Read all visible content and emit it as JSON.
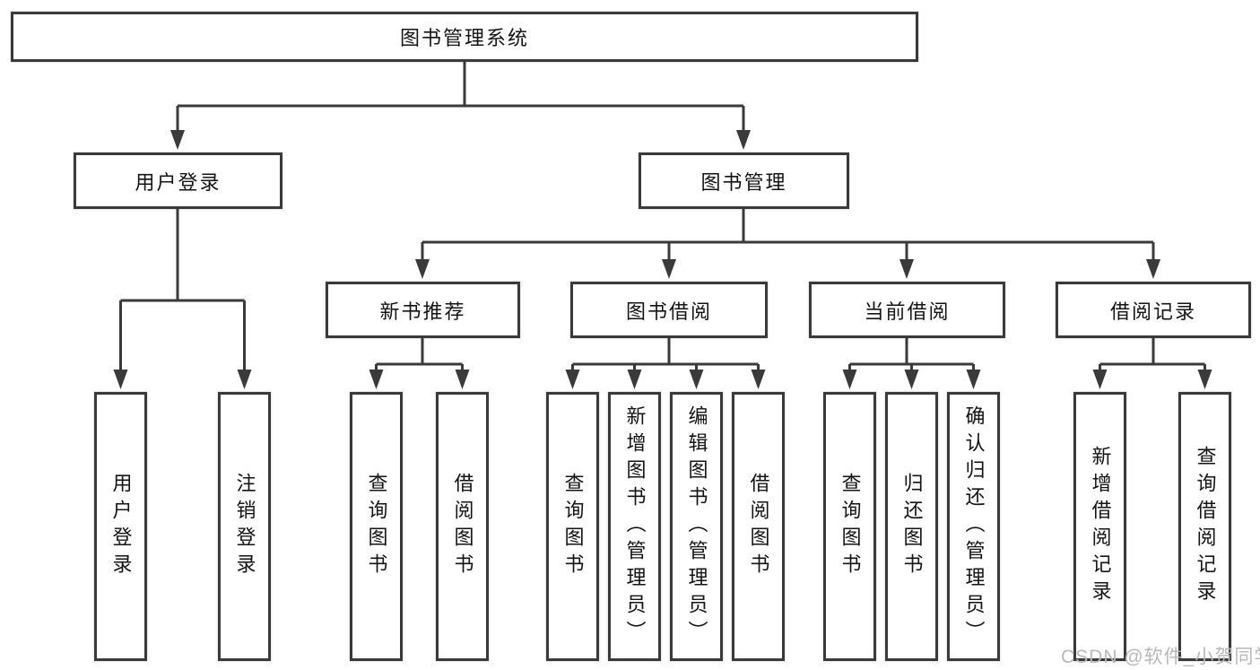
{
  "diagram": {
    "title": "图书管理系统",
    "root": {
      "label": "图书管理系统"
    },
    "branches": [
      {
        "label": "用户登录",
        "children": [
          {
            "label": "用户登录"
          },
          {
            "label": "注销登录"
          }
        ]
      },
      {
        "label": "图书管理",
        "children": [
          {
            "label": "新书推荐",
            "children": [
              {
                "label": "查询图书"
              },
              {
                "label": "借阅图书"
              }
            ]
          },
          {
            "label": "图书借阅",
            "children": [
              {
                "label": "查询图书"
              },
              {
                "label": "新增图书（管理员）"
              },
              {
                "label": "编辑图书（管理员）"
              },
              {
                "label": "借阅图书"
              }
            ]
          },
          {
            "label": "当前借阅",
            "children": [
              {
                "label": "查询图书"
              },
              {
                "label": "归还图书"
              },
              {
                "label": "确认归还（管理员）"
              }
            ]
          },
          {
            "label": "借阅记录",
            "children": [
              {
                "label": "新增借阅记录"
              },
              {
                "label": "查询借阅记录"
              }
            ]
          }
        ]
      }
    ]
  },
  "colors": {
    "line": "#3a3a3a",
    "box_border": "#3a3a3a",
    "text": "#141414",
    "background": "#ffffff",
    "watermark": "#b9b9b9"
  },
  "watermark": {
    "text": "CSDN @软件_小贺同学"
  }
}
